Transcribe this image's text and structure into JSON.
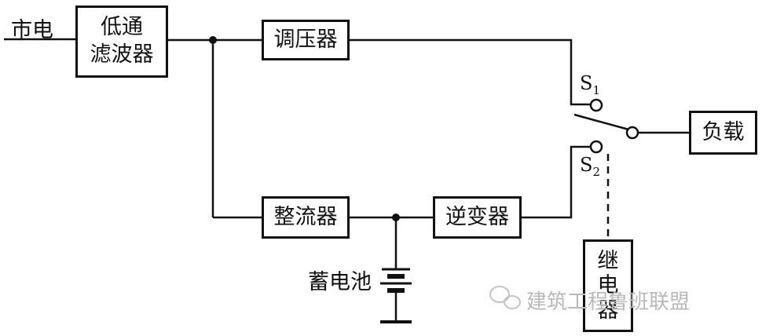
{
  "source_label": "市电",
  "blocks": {
    "lowpass_filter": [
      "低通",
      "滤波器"
    ],
    "voltage_regulator": "调压器",
    "rectifier": "整流器",
    "inverter": "逆变器",
    "load": "负载",
    "relay": [
      "继",
      "电",
      "器"
    ]
  },
  "battery_label": "蓄电池",
  "switches": {
    "s1": {
      "letter": "S",
      "index": "1"
    },
    "s2": {
      "letter": "S",
      "index": "2"
    }
  },
  "watermark": "建筑工程鲁班联盟"
}
